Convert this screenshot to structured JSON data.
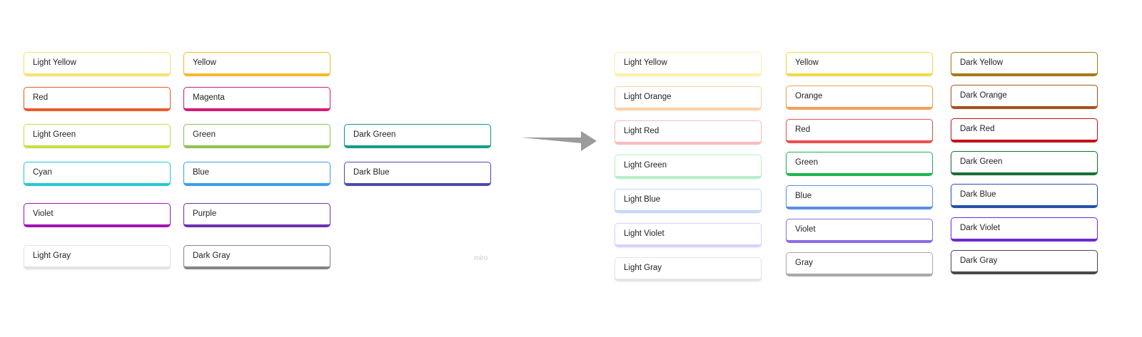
{
  "before": [
    {
      "label": "Light Yellow",
      "color": "#f6e36d"
    },
    {
      "label": "Yellow",
      "color": "#f2bd2c"
    },
    {
      "label": "Red",
      "color": "#eb5a2a"
    },
    {
      "label": "Magenta",
      "color": "#d31b75"
    },
    {
      "label": "Light Green",
      "color": "#c8e043"
    },
    {
      "label": "Green",
      "color": "#8cc44d"
    },
    {
      "label": "Dark Green",
      "color": "#129e86"
    },
    {
      "label": "Cyan",
      "color": "#22c9d6"
    },
    {
      "label": "Blue",
      "color": "#3f9ee8"
    },
    {
      "label": "Dark Blue",
      "color": "#4c4cad"
    },
    {
      "label": "Violet",
      "color": "#a015b4"
    },
    {
      "label": "Purple",
      "color": "#6d31ae"
    },
    {
      "label": "Light Gray",
      "color": "#e2e2e2"
    },
    {
      "label": "Dark Gray",
      "color": "#858585"
    }
  ],
  "after": [
    {
      "label": "Light Yellow",
      "color": "#fdf3a8"
    },
    {
      "label": "Yellow",
      "color": "#f3d944"
    },
    {
      "label": "Dark Yellow",
      "color": "#a87814"
    },
    {
      "label": "Light Orange",
      "color": "#fbd2a7"
    },
    {
      "label": "Orange",
      "color": "#f79d53"
    },
    {
      "label": "Dark Orange",
      "color": "#a5521c"
    },
    {
      "label": "Light Red",
      "color": "#f9bcbc"
    },
    {
      "label": "Red",
      "color": "#ee4e4e"
    },
    {
      "label": "Dark Red",
      "color": "#c4121b"
    },
    {
      "label": "Light Green",
      "color": "#b6f0c7"
    },
    {
      "label": "Green",
      "color": "#1db44e"
    },
    {
      "label": "Dark Green",
      "color": "#1a6e36"
    },
    {
      "label": "Light Blue",
      "color": "#c5d7fb"
    },
    {
      "label": "Blue",
      "color": "#5a8ee6"
    },
    {
      "label": "Dark Blue",
      "color": "#2450a8"
    },
    {
      "label": "Light Violet",
      "color": "#d8d2fb"
    },
    {
      "label": "Violet",
      "color": "#8a6de6"
    },
    {
      "label": "Dark Violet",
      "color": "#6a2ad3"
    },
    {
      "label": "Light Gray",
      "color": "#e5e5e5"
    },
    {
      "label": "Gray",
      "color": "#a9a9a9"
    },
    {
      "label": "Dark Gray",
      "color": "#4a4a4a"
    }
  ],
  "arrow": {
    "icon": "arrow-right-icon",
    "color": "#9b9b9b"
  },
  "watermark": "miro"
}
